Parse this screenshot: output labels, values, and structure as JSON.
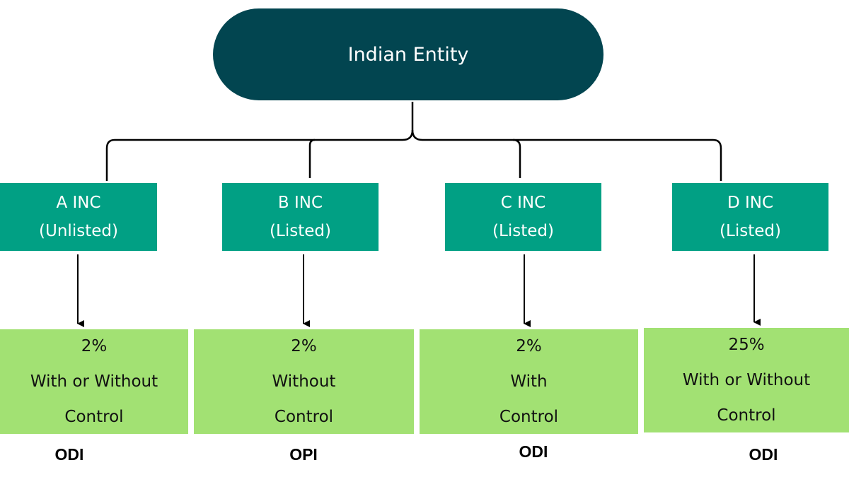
{
  "root": {
    "label": "Indian Entity"
  },
  "entities": [
    {
      "name": "A INC",
      "status": "(Unlisted)"
    },
    {
      "name": "B INC",
      "status": "(Listed)"
    },
    {
      "name": "C INC",
      "status": "(Listed)"
    },
    {
      "name": "D INC",
      "status": "(Listed)"
    }
  ],
  "outcomes": [
    {
      "threshold": "2%",
      "condition": "With or Without",
      "suffix": "Control",
      "route": "ODI"
    },
    {
      "threshold": "2%",
      "condition": "Without",
      "suffix": "Control",
      "route": "OPI"
    },
    {
      "threshold": "2%",
      "condition": "With",
      "suffix": "Control",
      "route": "ODI"
    },
    {
      "threshold": "25%",
      "condition": "With or Without",
      "suffix": "Control",
      "route": "ODI"
    }
  ],
  "colors": {
    "root_fill": "#024550",
    "entity_fill": "#01A084",
    "outcome_fill": "#A2E173",
    "connector": "#000000"
  }
}
